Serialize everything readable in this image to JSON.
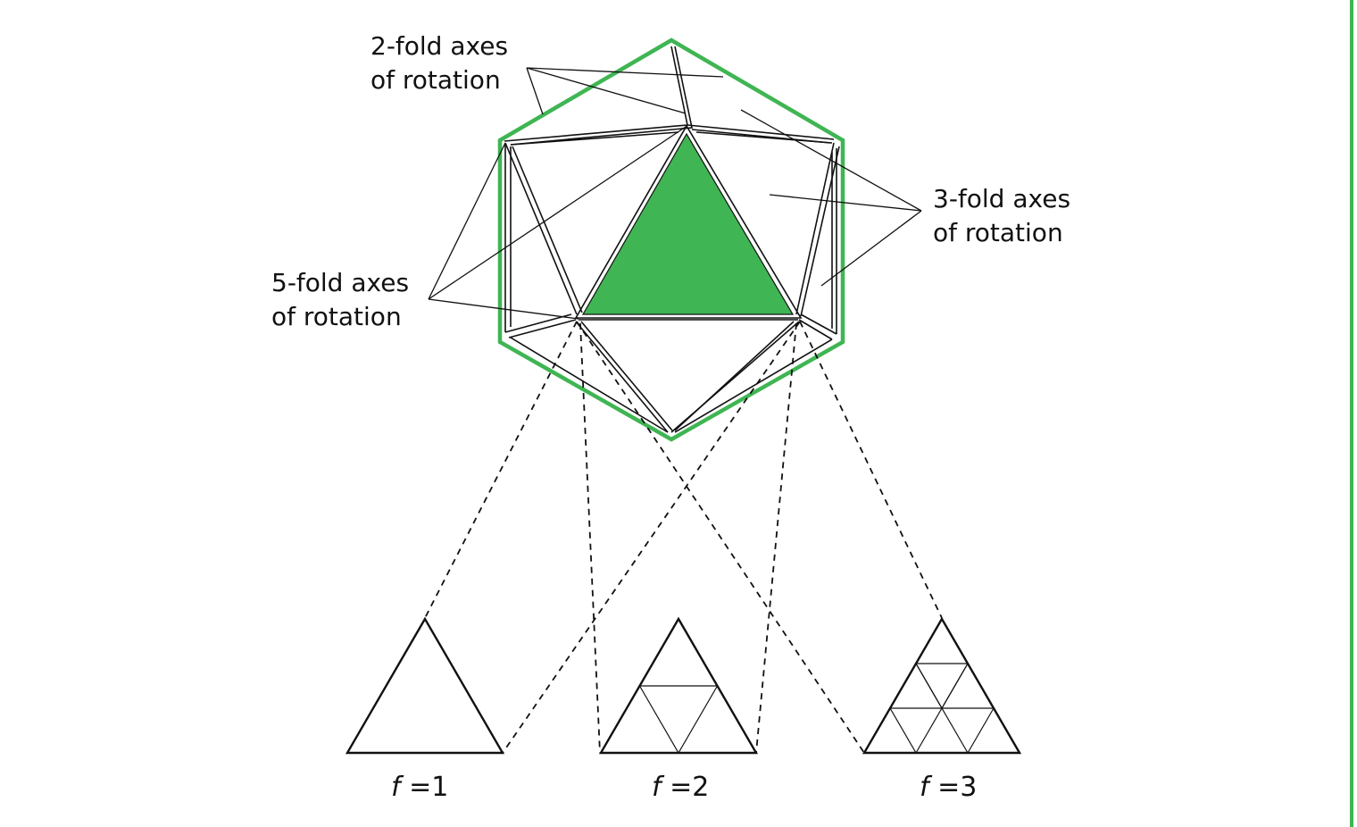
{
  "colors": {
    "accent_green": "#3fb553",
    "stroke": "#111111",
    "right_border": "#3fb553"
  },
  "labels": {
    "two_fold": [
      "2-fold axes",
      "of rotation"
    ],
    "three_fold": [
      "3-fold axes",
      "of rotation"
    ],
    "five_fold": [
      "5-fold axes",
      "of rotation"
    ]
  },
  "triangulation": [
    {
      "var": "f",
      "eq": " =",
      "value": "1"
    },
    {
      "var": "f",
      "eq": " =",
      "value": "2"
    },
    {
      "var": "f",
      "eq": " =",
      "value": "3"
    }
  ]
}
